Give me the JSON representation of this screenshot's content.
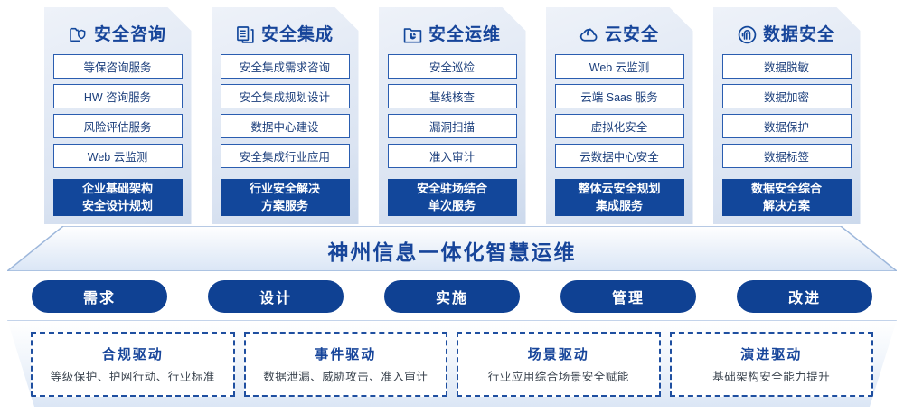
{
  "pillars": [
    {
      "icon": "folder-shield-icon",
      "title": "安全咨询",
      "items": [
        "等保咨询服务",
        "HW 咨询服务",
        "风险评估服务",
        "Web 云监测"
      ],
      "highlight": [
        "企业基础架构",
        "安全设计规划"
      ]
    },
    {
      "icon": "documents-stack-icon",
      "title": "安全集成",
      "items": [
        "安全集成需求咨询",
        "安全集成规划设计",
        "数据中心建设",
        "安全集成行业应用"
      ],
      "highlight": [
        "行业安全解决",
        "方案服务"
      ]
    },
    {
      "icon": "folder-chart-icon",
      "title": "安全运维",
      "items": [
        "安全巡检",
        "基线核查",
        "漏洞扫描",
        "准入审计"
      ],
      "highlight": [
        "安全驻场结合",
        "单次服务"
      ]
    },
    {
      "icon": "cloud-icon",
      "title": "云安全",
      "items": [
        "Web 云监测",
        "云端 Saas 服务",
        "虚拟化安全",
        "云数据中心安全"
      ],
      "highlight": [
        "整体云安全规划",
        "集成服务"
      ]
    },
    {
      "icon": "fingerprint-icon",
      "title": "数据安全",
      "items": [
        "数据脱敏",
        "数据加密",
        "数据保护",
        "数据标签"
      ],
      "highlight": [
        "数据安全综合",
        "解决方案"
      ]
    }
  ],
  "banner": {
    "title": "神州信息一体化智慧运维"
  },
  "process": [
    {
      "label": "需求"
    },
    {
      "label": "设计"
    },
    {
      "label": "实施"
    },
    {
      "label": "管理"
    },
    {
      "label": "改进"
    }
  ],
  "drivers": [
    {
      "title": "合规驱动",
      "desc": "等级保护、护网行动、行业标准"
    },
    {
      "title": "事件驱动",
      "desc": "数据泄漏、威胁攻击、准入审计"
    },
    {
      "title": "场景驱动",
      "desc": "行业应用综合场景安全赋能"
    },
    {
      "title": "演进驱动",
      "desc": "基础架构安全能力提升"
    }
  ],
  "colors": {
    "brand_blue": "#12479b",
    "title_blue": "#17459a",
    "card_border": "#2a5db0",
    "pill_blue": "#0f4193",
    "dashed_border": "#1f4fa0"
  }
}
